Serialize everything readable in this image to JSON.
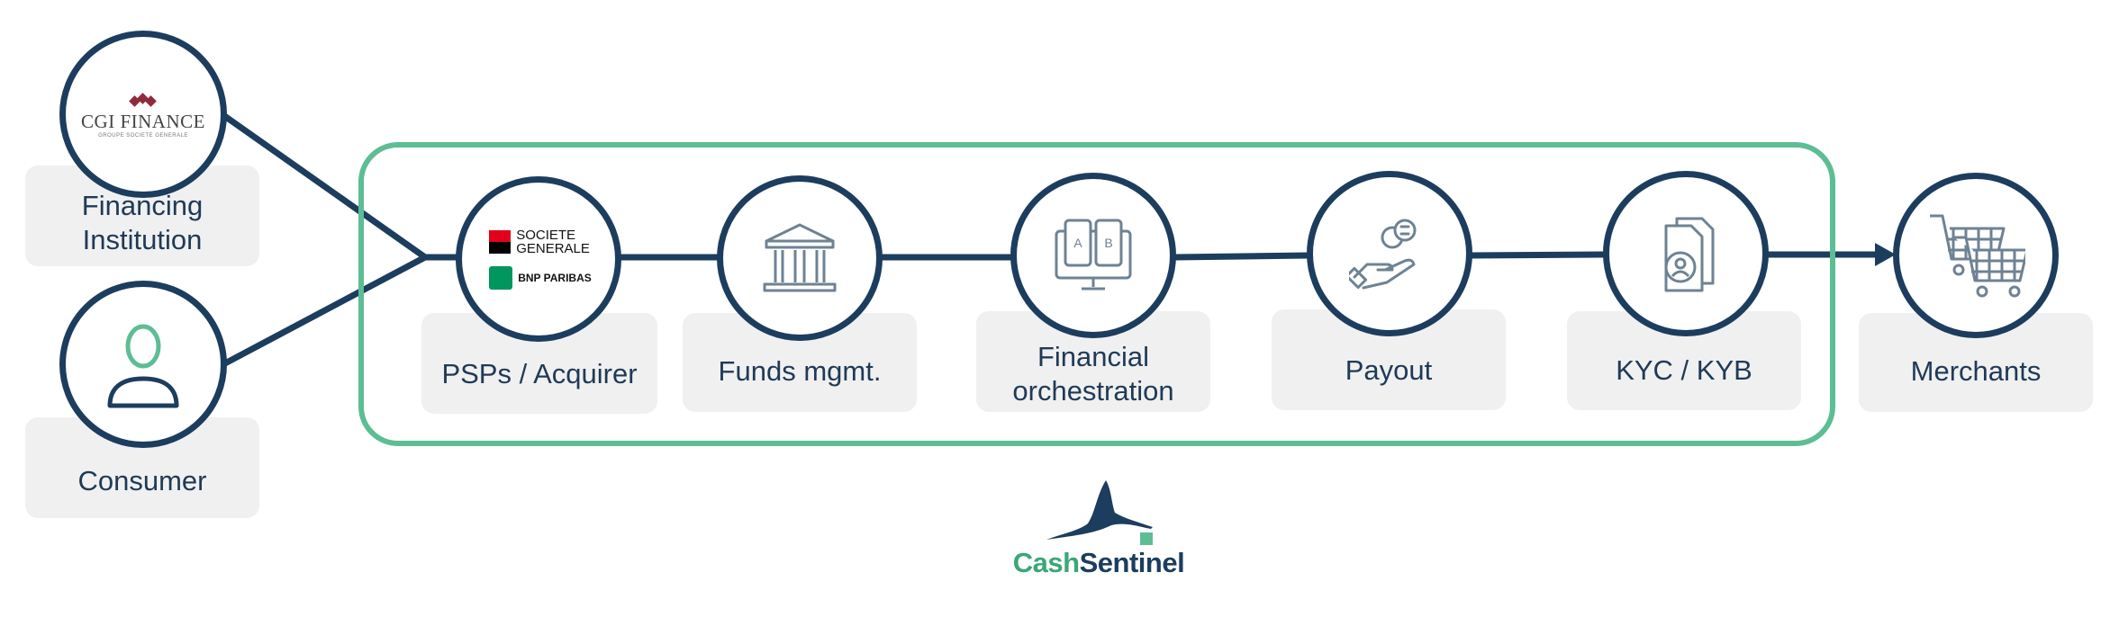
{
  "sources": {
    "financing": {
      "line1": "Financing",
      "line2": "Institution",
      "logo": "CGI FINANCE",
      "logo_sub": "GROUPE SOCIETE GENERALE"
    },
    "consumer": {
      "label": "Consumer"
    }
  },
  "steps": {
    "psps": {
      "label": "PSPs / Acquirer",
      "logo_sg_1": "SOCIETE",
      "logo_sg_2": "GENERALE",
      "logo_bnp": "BNP PARIBAS"
    },
    "funds": {
      "label": "Funds mgmt."
    },
    "orchestration": {
      "line1": "Financial",
      "line2": "orchestration",
      "ab_a": "A",
      "ab_b": "B"
    },
    "payout": {
      "label": "Payout"
    },
    "kyc": {
      "label": "KYC / KYB"
    }
  },
  "merchants": {
    "label": "Merchants"
  },
  "brand": {
    "part1": "Cash",
    "part2": "Sentinel"
  },
  "colors": {
    "navy": "#1c3d5e",
    "green": "#5dbd94",
    "label_bg": "#f0f0f1"
  },
  "icons": [
    "bank-icon",
    "ab-test-monitor-icon",
    "coin-hand-icon",
    "document-user-icon",
    "shopping-cart-icon",
    "user-icon",
    "heron-logo"
  ]
}
